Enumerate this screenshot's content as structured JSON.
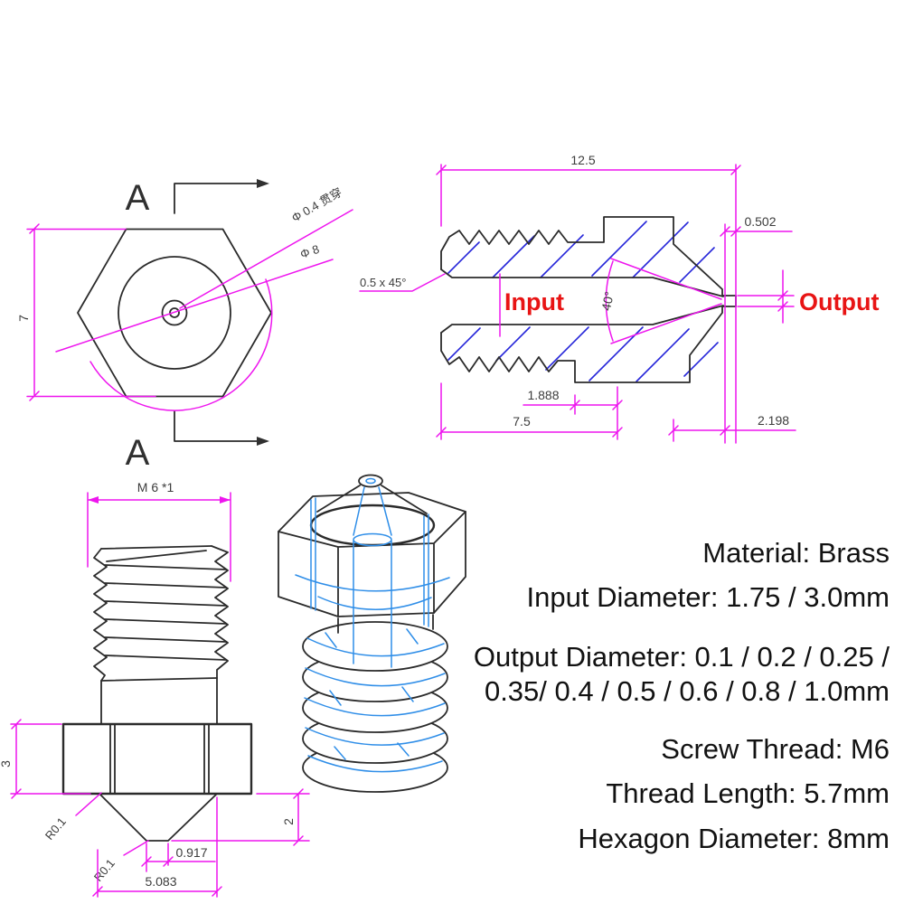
{
  "drawing": {
    "title_hint": "3D printer brass nozzle engineering drawing",
    "section_label": "A",
    "front_view": {
      "dim_height": "7",
      "leader_hole": "Φ 0.4 贯穿",
      "leader_hex": "Φ 8"
    },
    "section_view": {
      "dim_total_length": "12.5",
      "dim_tip_channel": "0.502",
      "chamfer": "0.5  x  45°",
      "cone_angle": "40°",
      "input_label": "Input",
      "output_label": "Output",
      "dim_step": "1.888",
      "dim_body_length": "7.5",
      "dim_tip_length": "2.198"
    },
    "side_view": {
      "dim_thread": "M 6 *1",
      "dim_flange_height": "3",
      "dim_cone_height": "2",
      "radius_1": "R0.1",
      "radius_2": "R0.1",
      "dim_tip_width": "0.917",
      "dim_cone_base": "5.083"
    },
    "specs": {
      "lines": [
        "Material: Brass",
        "Input Diameter: 1.75 / 3.0mm",
        "Output Diameter: 0.1 / 0.2 / 0.25 /",
        "0.35/ 0.4 / 0.5 / 0.6 / 0.8 / 1.0mm",
        "Screw Thread: M6",
        "Thread Length: 5.7mm",
        "Hexagon Diameter: 8mm"
      ]
    }
  },
  "colors": {
    "magenta": "#ee15ee",
    "line_black": "#2b2b2b",
    "hatch_blue": "#2626d9",
    "wire_blue": "#2f8ee8",
    "label_red": "#e81414",
    "dim_text": "#3c3c3c",
    "spec_text": "#121212",
    "background": "#ffffff"
  }
}
